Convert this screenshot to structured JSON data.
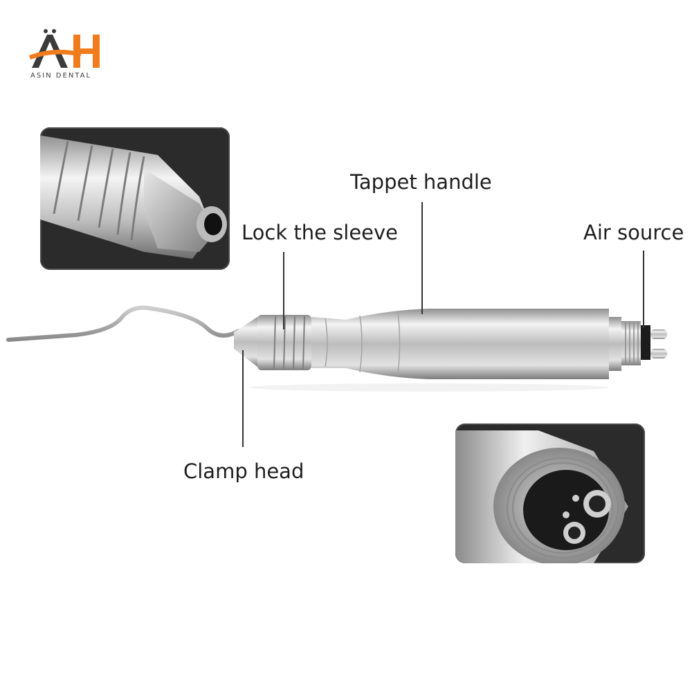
{
  "brand": {
    "mark": "AH",
    "name": "ASIN DENTAL",
    "accent_color": "#f07c1e",
    "dark_color": "#3b3b3b"
  },
  "labels": {
    "tappet_handle": "Tappet handle",
    "lock_sleeve": "Lock the sleeve",
    "air_source": "Air source",
    "clamp_head": "Clamp head"
  },
  "colors": {
    "background": "#ffffff",
    "inset_background": "#2b2b2b",
    "metal_light": "#f2f2f2",
    "metal_dark": "#9a9a9a"
  }
}
